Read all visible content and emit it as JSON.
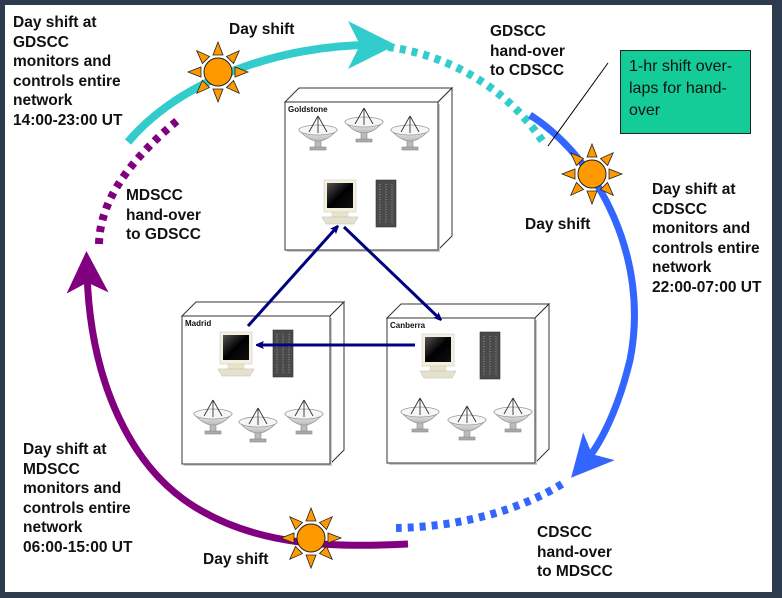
{
  "diagram": {
    "title": "DSN follow-the-sun network operations",
    "colors": {
      "goldstone_arc": "#33cccc",
      "canberra_arc": "#3366ff",
      "madrid_arc": "#800080",
      "link_arrows": "#000080",
      "sun_fill": "#ff9900",
      "callout_fill": "#14cc98",
      "frame": "#2e3a4e"
    },
    "stations": [
      {
        "id": "goldstone",
        "label": "Goldstone",
        "antennas": 3,
        "has_workstation": true,
        "has_server_rack": true
      },
      {
        "id": "madrid",
        "label": "Madrid",
        "antennas": 3,
        "has_workstation": true,
        "has_server_rack": true
      },
      {
        "id": "canberra",
        "label": "Canberra",
        "antennas": 3,
        "has_workstation": true,
        "has_server_rack": true
      }
    ],
    "links": [
      {
        "from": "madrid",
        "to": "goldstone"
      },
      {
        "from": "goldstone",
        "to": "canberra"
      },
      {
        "from": "canberra",
        "to": "madrid"
      }
    ],
    "sun_labels": {
      "goldstone": "Day shift",
      "canberra": "Day shift",
      "madrid": "Day shift"
    },
    "shift_labels": {
      "gdscc": "Day shift at\nGDSCC\nmonitors and\ncontrols entire\nnetwork\n14:00-23:00 UT",
      "cdscc": "Day shift at\nCDSCC\nmonitors and\ncontrols entire\nnetwork\n22:00-07:00 UT",
      "mdscc": "Day shift at\nMDSCC\nmonitors and\ncontrols entire\nnetwork\n06:00-15:00 UT"
    },
    "handover_labels": {
      "gdscc_to_cdscc": "GDSCC\nhand-over\nto CDSCC",
      "cdscc_to_mdscc": "CDSCC\nhand-over\nto MDSCC",
      "mdscc_to_gdscc": "MDSCC\nhand-over\nto GDSCC"
    },
    "callout": {
      "text": "1-hr shift over-\nlaps for hand-\nover"
    }
  }
}
